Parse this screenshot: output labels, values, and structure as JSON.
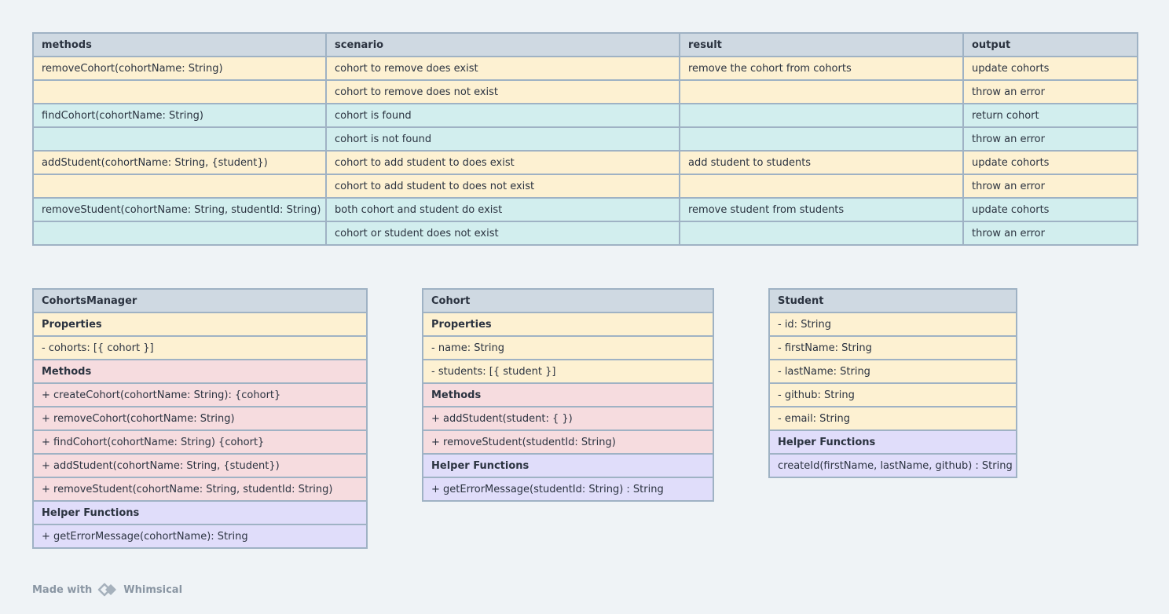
{
  "methods_table": {
    "headers": [
      "methods",
      "scenario",
      "result",
      "output"
    ],
    "rows": [
      {
        "method": "removeCohort(cohortName: String)",
        "scenario": "cohort to remove does exist",
        "result": "remove the cohort from cohorts",
        "output": "update cohorts",
        "color": "yellow"
      },
      {
        "method": "",
        "scenario": "cohort to remove does not exist",
        "result": "",
        "output": "throw an error",
        "color": "yellow"
      },
      {
        "method": "findCohort(cohortName: String)",
        "scenario": "cohort is found",
        "result": "",
        "output": "return cohort",
        "color": "teal"
      },
      {
        "method": "",
        "scenario": "cohort is not found",
        "result": "",
        "output": "throw an error",
        "color": "teal"
      },
      {
        "method": "addStudent(cohortName: String, {student})",
        "scenario": "cohort to add student to does exist",
        "result": "add student to students",
        "output": "update cohorts",
        "color": "yellow"
      },
      {
        "method": "",
        "scenario": "cohort to add student to does not exist",
        "result": "",
        "output": "throw an error",
        "color": "yellow"
      },
      {
        "method": "removeStudent(cohortName: String, studentId: String)",
        "scenario": "both cohort and student do exist",
        "result": "remove student from students",
        "output": "update cohorts",
        "color": "teal"
      },
      {
        "method": "",
        "scenario": "cohort or student does not exist",
        "result": "",
        "output": "throw an error",
        "color": "teal"
      }
    ]
  },
  "classes": {
    "manager": {
      "title": "CohortsManager",
      "properties_label": "Properties",
      "properties": [
        "- cohorts:  [{ cohort }]"
      ],
      "methods_label": "Methods",
      "methods": [
        "+ createCohort(cohortName: String): {cohort}",
        "+ removeCohort(cohortName: String)",
        "+ findCohort(cohortName: String) {cohort}",
        "+ addStudent(cohortName: String, {student})",
        "+ removeStudent(cohortName: String, studentId: String)"
      ],
      "helpers_label": "Helper Functions",
      "helpers": [
        "+ getErrorMessage(cohortName): String"
      ]
    },
    "cohort": {
      "title": "Cohort",
      "properties_label": "Properties",
      "properties": [
        "- name: String",
        "- students:  [{ student }]"
      ],
      "methods_label": "Methods",
      "methods": [
        "+ addStudent(student: { })",
        "+ removeStudent(studentId: String)"
      ],
      "helpers_label": "Helper Functions",
      "helpers": [
        "+ getErrorMessage(studentId: String) : String"
      ]
    },
    "student": {
      "title": "Student",
      "properties": [
        "- id: String",
        "- firstName: String",
        "- lastName: String",
        "- github: String",
        "- email: String"
      ],
      "helpers_label": "Helper Functions",
      "helpers": [
        "createId(firstName, lastName, github) : String"
      ]
    }
  },
  "footer": {
    "made_with": "Made with",
    "brand": "Whimsical",
    "logo_icon": "whimsical-logo-icon"
  },
  "colors": {
    "header": "#cfd9e2",
    "yellow": "#fdf1d2",
    "teal": "#d2eeee",
    "methods_pink": "#f6dcdf",
    "helpers_purple": "#e0ddfa",
    "border": "#9fb2c4"
  }
}
